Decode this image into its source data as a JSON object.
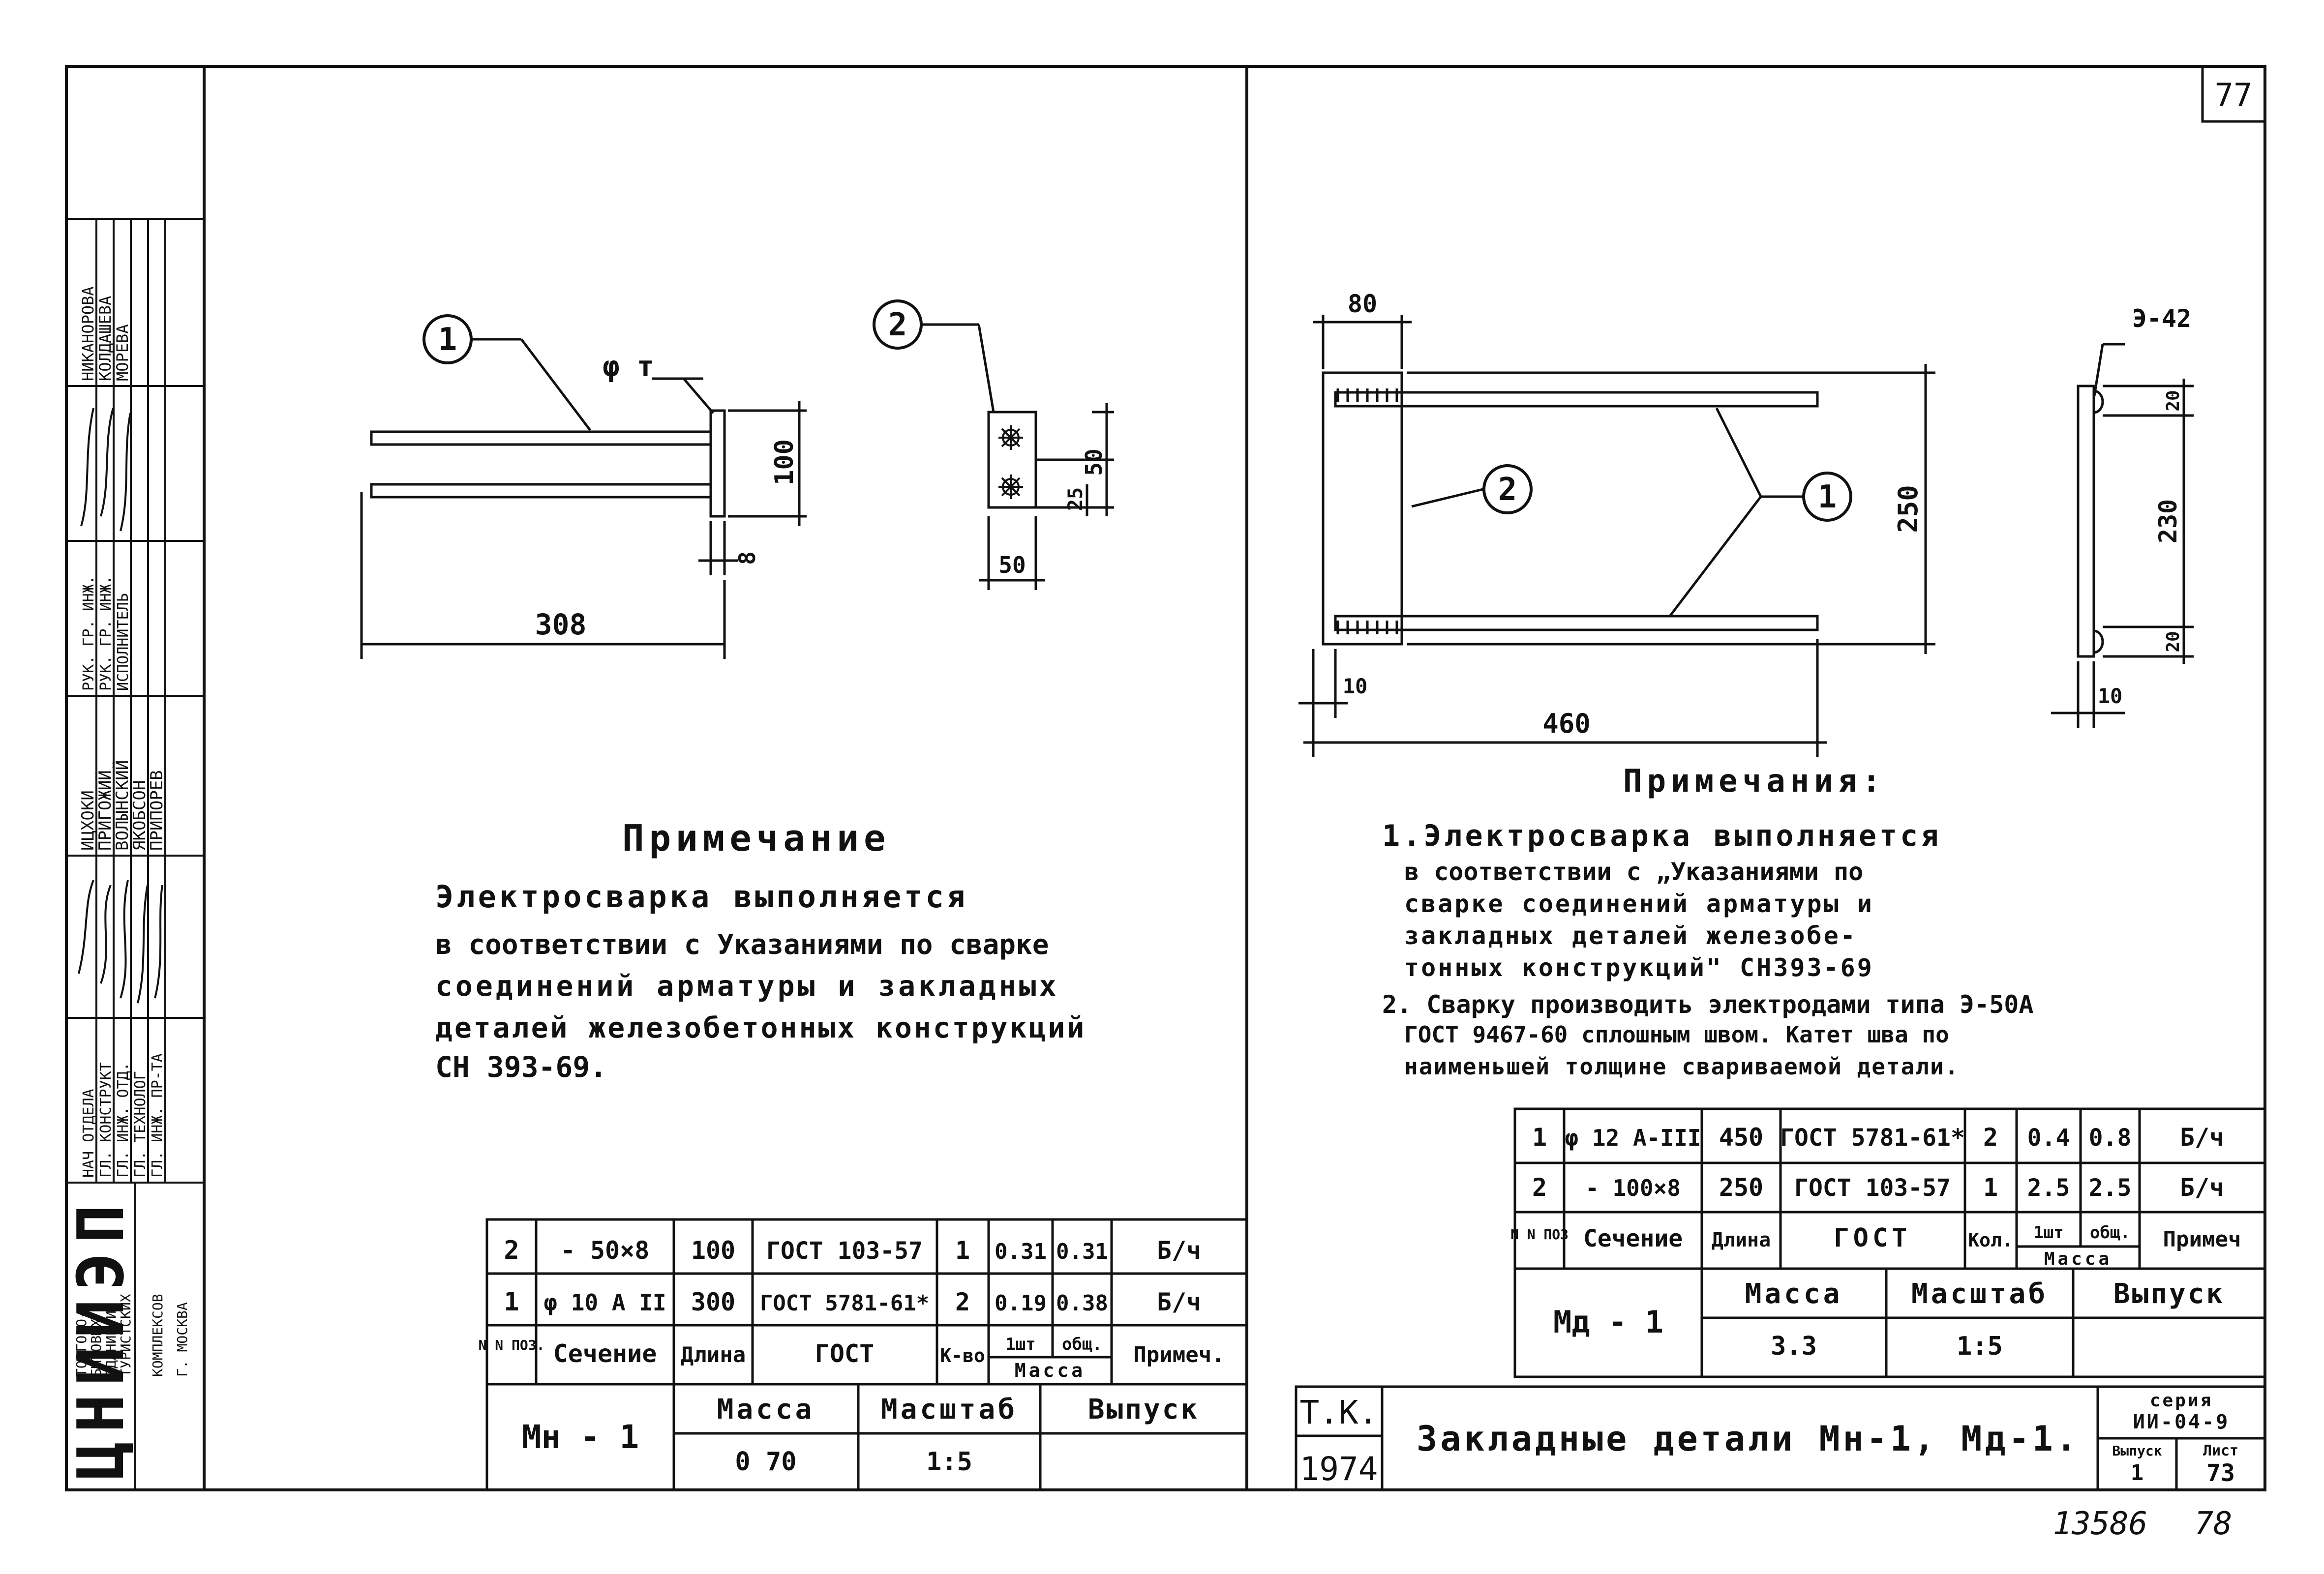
{
  "sheet": {
    "page_number_box": "77",
    "bottom_code": "13586",
    "bottom_page": "78"
  },
  "side_stamp": {
    "org_block": [
      "ТОРГОВО-",
      "БЫТОВЫХ",
      "ЗДАНИЙ И",
      "ТУРИСТСКИХ",
      "КОМПЛЕКСОВ",
      "Г. МОСКВА"
    ],
    "org_logo": "ЦНИИЭП",
    "positions": [
      "НАЧ ОТДЕЛА",
      "ГЛ. КОНСТРУКТ",
      "ГЛ. ИНЖ. ОТД.",
      "ГЛ. ТЕХНОЛОГ",
      "ГЛ. ИНЖ. ПР-ТА"
    ],
    "names_1": [
      "ИЦХОКИ",
      "ПРИГОЖИЙ",
      "ВОЛЫНСКИЙ",
      "ЯКОБСОН",
      "ПРИПОРЕВ"
    ],
    "roles_2": [
      "РУК. ГР. ИНЖ.",
      "РУК. ГР. ИНЖ.",
      "ИСПОЛНИТЕЛЬ"
    ],
    "names_2": [
      "НИКАНОРОВА",
      "КОЛДАШЕВА",
      "МОРЕВА"
    ]
  },
  "left_drawing": {
    "callout_1": "1",
    "callout_2": "2",
    "weld_label": "φ т",
    "dim_length": "308",
    "dim_height": "100",
    "dim_thickness": "8",
    "dim_50": "50",
    "dim_25": "25",
    "dim_width": "50"
  },
  "left_note": {
    "title": "Примечание",
    "lines": [
      "Электросварка   выполняется",
      "в соответствии с Указаниями по сварке",
      "соединений арматуры и закладных",
      "деталей железобетонных конструкций",
      "СН 393-69."
    ]
  },
  "left_table": {
    "rows": [
      [
        "2",
        "- 50×8",
        "100",
        "ГОСТ 103-57",
        "1",
        "0.31",
        "0.31",
        "Б/ч"
      ],
      [
        "1",
        "φ 10 А II",
        "300",
        "ГОСТ 5781-61*",
        "2",
        "0.19",
        "0.38",
        "Б/ч"
      ]
    ],
    "header": {
      "pos": "N N ПОЗ.",
      "section": "Сечение",
      "length": "Длина",
      "gost": "ГОСТ",
      "qty": "К-во",
      "mass_one": "1шт",
      "mass_total": "общ.",
      "mass": "Масса",
      "note": "Примеч."
    },
    "footer": {
      "mark": "Мн - 1",
      "mass_label": "Масса",
      "mass_value": "0 70",
      "scale_label": "Масштаб",
      "scale_value": "1:5",
      "issue_label": "Выпуск"
    }
  },
  "right_drawing": {
    "callout_1": "1",
    "callout_2": "2",
    "weld_label": "Э-42",
    "dim_80": "80",
    "dim_250": "250",
    "dim_460": "460",
    "dim_10": "10",
    "dim_230": "230",
    "dim_20_top": "20",
    "dim_20_bottom": "20",
    "dim_10_side": "10"
  },
  "right_note": {
    "title": "Примечания:",
    "lines": [
      "1.Электросварка   выполняется",
      "в соответствии с „Указаниями по",
      "сварке соединений арматуры и",
      "закладных деталей железобе-",
      "тонных конструкций\" СН393-69",
      "2. Сварку производить электродами типа Э-50А",
      "ГОСТ 9467-60 сплошным швом. Катет шва по",
      "наименьшей толщине свариваемой детали."
    ]
  },
  "right_table": {
    "rows": [
      [
        "1",
        "φ 12 А-III",
        "450",
        "ГОСТ 5781-61*",
        "2",
        "0.4",
        "0.8",
        "Б/ч"
      ],
      [
        "2",
        "- 100×8",
        "250",
        "ГОСТ 103-57",
        "1",
        "2.5",
        "2.5",
        "Б/ч"
      ]
    ],
    "header": {
      "pos": "N N ПОЗ",
      "section": "Сечение",
      "length": "Длина",
      "gost": "ГОСТ",
      "qty": "Кол.",
      "mass_one": "1шт",
      "mass_total": "общ.",
      "mass": "Масса",
      "note": "Примеч"
    },
    "footer": {
      "mark": "Мд - 1",
      "mass_label": "Масса",
      "mass_value": "3.3",
      "scale_label": "Масштаб",
      "scale_value": "1:5",
      "issue_label": "Выпуск"
    }
  },
  "title_block": {
    "tk": "Т.К.",
    "year": "1974",
    "title": "Закладные детали Мн-1, Мд-1.",
    "series_label": "серия",
    "series_value": "ИИ-04-9",
    "issue_label": "Выпуск",
    "issue_value": "1",
    "sheet_label": "Лист",
    "sheet_value": "73"
  }
}
